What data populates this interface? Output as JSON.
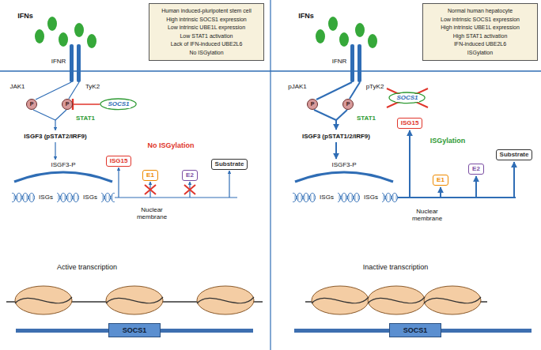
{
  "diagram": {
    "nodes": [
      {
        "text": [
          "Human induced-pluripotent stem cell",
          "High intrinsic SOCS1 expression",
          "Low intrinsic UBE1L expression",
          "Low STAT1 activation",
          "Lack of IFN-induced UBE2L6",
          "No ISGylation"
        ]
      },
      {
        "text": [
          "Normal human hepatocyte",
          "Low intrinsic SOCS1 expression",
          "High intrinsic UBE1L expression",
          "High STAT1 activation",
          "IFN-induced UBE2L6",
          "ISGylation"
        ]
      },
      {
        "text": [
          "P"
        ]
      },
      {
        "text": [
          "P"
        ]
      },
      {
        "text": [
          "SOCS1"
        ]
      },
      {
        "text": [
          "ISG15"
        ]
      },
      {
        "text": [
          "E1"
        ]
      },
      {
        "text": [
          "E2"
        ]
      },
      {
        "text": [
          "Substrate"
        ]
      },
      {
        "text": [
          "SOCS1"
        ]
      },
      {
        "text": [
          "P"
        ]
      },
      {
        "text": [
          "P"
        ]
      },
      {
        "text": [
          "SOCS1"
        ]
      },
      {
        "text": [
          "ISG15"
        ]
      },
      {
        "text": [
          "E1"
        ]
      },
      {
        "text": [
          "E2"
        ]
      },
      {
        "text": [
          "Substrate"
        ]
      },
      {
        "text": [
          "SOCS1"
        ]
      }
    ],
    "edges": [
      {
        "from": 4,
        "to": 3,
        "arrow": "none"
      }
    ],
    "labels": [
      "IFNs",
      "IFNR",
      "JAK1",
      "TyK2",
      "STAT1",
      "ISGF3 (pSTAT2/IRF9)",
      "ISGF3-P",
      "ISGs",
      "ISGs",
      "No ISGylation",
      "Nuclear membrane",
      "Active transcription",
      "IFNs",
      "IFNR",
      "pJAK1",
      "pTyK2",
      "STAT1",
      "ISGF3 (pSTAT1/2/IRF9)",
      "ISGylation",
      "ISGF3-P",
      "ISGs",
      "ISGs",
      "Nuclear membrane",
      "Inactive transcription"
    ]
  }
}
